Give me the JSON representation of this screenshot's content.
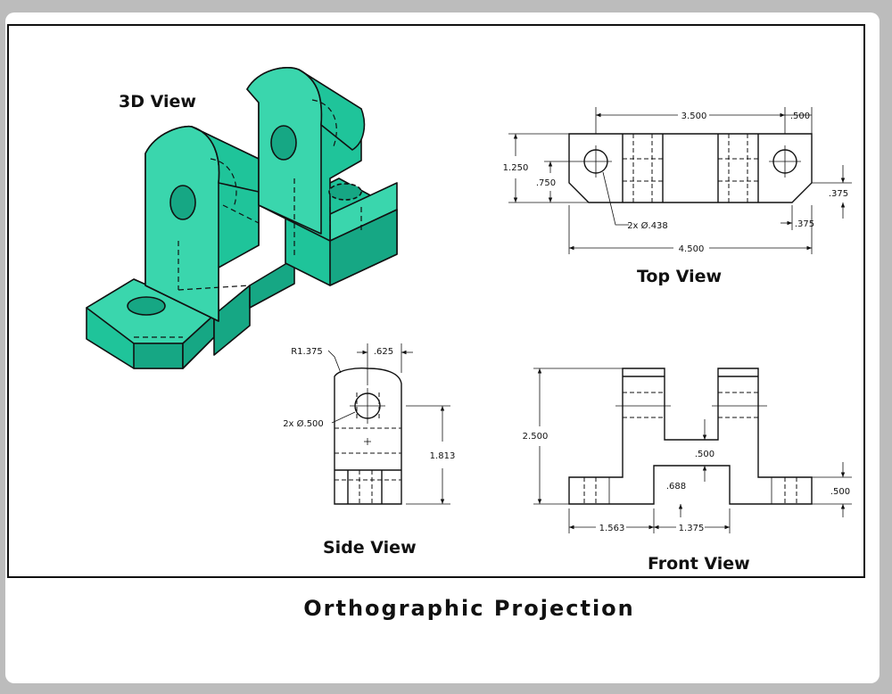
{
  "caption": "Orthographic Projection",
  "views": {
    "three_d": "3D View",
    "top": "Top View",
    "side": "Side View",
    "front": "Front View"
  },
  "colors": {
    "model_fill": "#1fc49a",
    "model_face_light": "#3ad6ad",
    "model_face_dark": "#16a784",
    "outline": "#111111"
  },
  "dimensions": {
    "top": {
      "spacing": "3.500",
      "edge_offset": ".500",
      "height": "1.250",
      "inner": ".750",
      "chamfer_v": ".375",
      "chamfer_h": ".375",
      "holes": "2x Ø.438",
      "length": "4.500"
    },
    "side": {
      "radius": "R1.375",
      "offset": ".625",
      "hole": "2x Ø.500",
      "height": "1.813"
    },
    "front": {
      "height": "2.500",
      "slot_depth": ".500",
      "step": ".688",
      "base": ".500",
      "left_width": "1.563",
      "mid_width": "1.375"
    }
  }
}
